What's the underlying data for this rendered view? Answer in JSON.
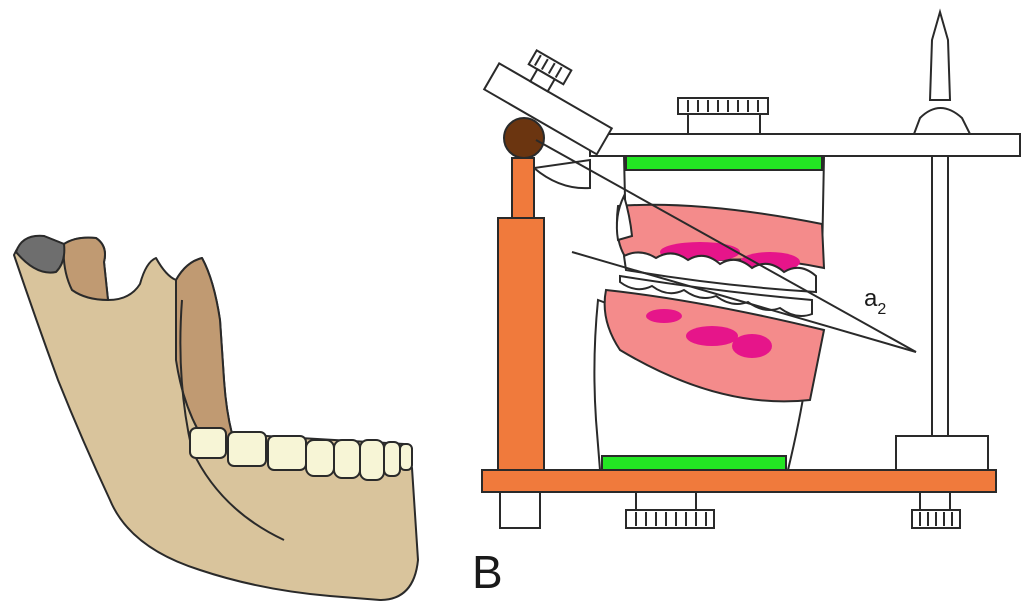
{
  "figure": {
    "panel_b_label": "B",
    "angle_label": "a",
    "angle_subscript": "2"
  },
  "colors": {
    "bone": "#d9c49c",
    "ramus_shade": "#c09a72",
    "condyle": "#6e6e6e",
    "teeth": "#f7f5d6",
    "articulator_frame": "#f07a3c",
    "condylar_ball": "#6b3510",
    "plaster_pad": "#23e623",
    "gum": "#f48b8b",
    "gum_accent": "#e6158a",
    "outline": "#2a2a2a"
  }
}
